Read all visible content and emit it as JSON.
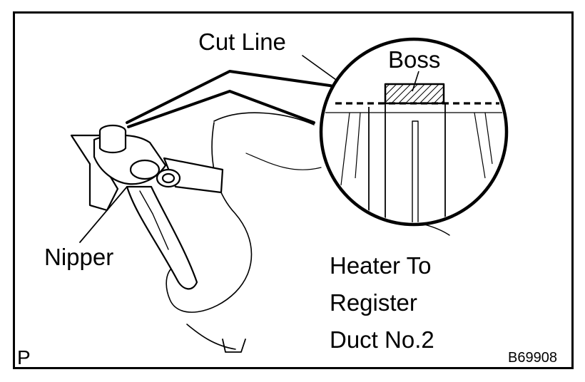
{
  "labels": {
    "cut_line": "Cut Line",
    "boss": "Boss",
    "nipper": "Nipper",
    "heater_line1": "Heater To",
    "heater_line2": "Register",
    "heater_line3": "Duct No.2",
    "corner_code": "P",
    "figure_id": "B69908"
  },
  "colors": {
    "ink": "#000000",
    "paper": "#ffffff"
  },
  "icons": [
    "nipper-tool",
    "duct-outline",
    "zoom-circle",
    "boss-block"
  ]
}
